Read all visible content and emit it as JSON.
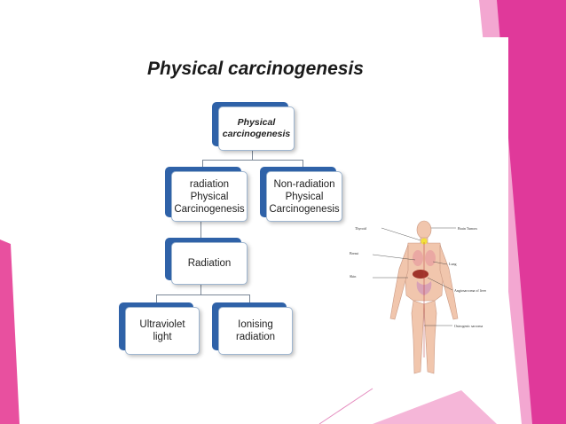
{
  "slide": {
    "title": "Physical carcinogenesis"
  },
  "diagram": {
    "root": {
      "line1": "Physical",
      "line2": "carcinogenesis"
    },
    "left": {
      "line1": "radiation",
      "line2": "Physical",
      "line3": "Carcinogenesis"
    },
    "right": {
      "line1": "Non-radiation",
      "line2": "Physical",
      "line3": "Carcinogenesis"
    },
    "middle": {
      "label": "Radiation"
    },
    "leaf_left": {
      "line1": "Ultraviolet",
      "line2": "light"
    },
    "leaf_right": {
      "line1": "Ionising",
      "line2": "radiation"
    }
  },
  "figure": {
    "labels": [
      "Thyroid",
      "Brain Tumors",
      "Breast",
      "Lung",
      "Skin",
      "Angiosarcoma of liver",
      "Osteogenic sarcoma"
    ]
  },
  "colors": {
    "accent_pink": "#e0399a",
    "light_pink": "#f5a9d3",
    "box_shadow_blue": "#2f62a8",
    "box_border": "#9fb6d0"
  }
}
